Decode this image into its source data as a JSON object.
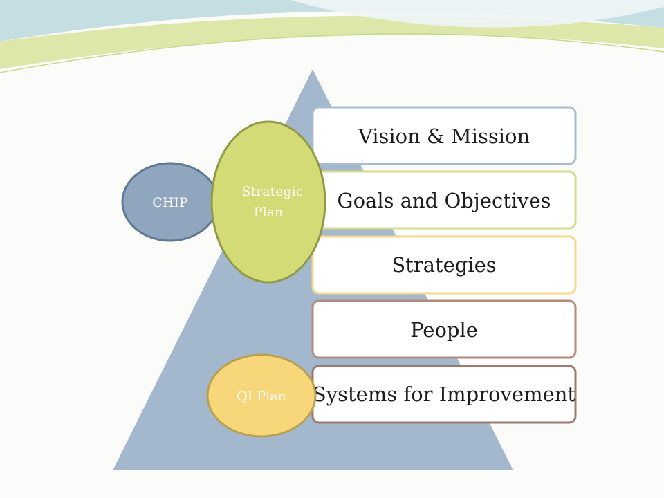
{
  "diagram": {
    "layers": [
      {
        "label": "Vision & Mission",
        "border": "#a7bccf"
      },
      {
        "label": "Goals and Objectives",
        "border": "#d6dc8c"
      },
      {
        "label": "Strategies",
        "border": "#f3d98b"
      },
      {
        "label": "People",
        "border": "#b48a7c"
      },
      {
        "label": "Systems for Improvement",
        "border": "#9c7a70"
      }
    ],
    "ellipses": {
      "chip": {
        "label": "CHIP",
        "fill": "#8fa6be",
        "stroke": "#5f7894"
      },
      "strategic_plan": {
        "label_lines": [
          "Strategic",
          "Plan"
        ],
        "fill": "#d4da76",
        "stroke": "#8e9a48"
      },
      "qi_plan": {
        "label": "QI Plan",
        "fill": "#f8d77b",
        "stroke": "#b9a050"
      }
    },
    "colors": {
      "pyramid": "#a3b8cc",
      "bar_fill": "#ffffff",
      "swoosh_teal": "#b8d7dc",
      "swoosh_green": "#d2e08e"
    }
  }
}
